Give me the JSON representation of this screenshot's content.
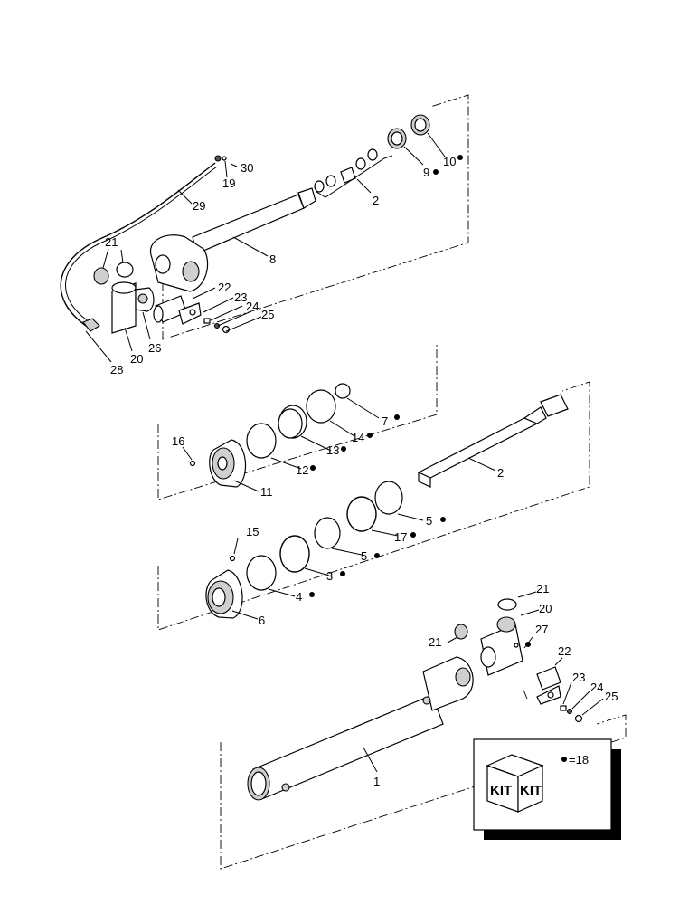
{
  "callouts": {
    "c30": "30",
    "c19": "19",
    "c29": "29",
    "c21a": "21",
    "c8": "8",
    "c22a": "22",
    "c23a": "23",
    "c24a": "24",
    "c25a": "25",
    "c28": "28",
    "c20a": "20",
    "c26": "26",
    "c2a": "2",
    "c9": "9",
    "c10": "10",
    "c7": "7",
    "c14": "14",
    "c13": "13",
    "c12": "12",
    "c16": "16",
    "c11": "11",
    "c2b": "2",
    "c5a": "5",
    "c17": "17",
    "c5b": "5",
    "c15": "15",
    "c3": "3",
    "c4": "4",
    "c6": "6",
    "c21b": "21",
    "c20b": "20",
    "c27": "27",
    "c21c": "21",
    "c22b": "22",
    "c23b": "23",
    "c24b": "24",
    "c25b": "25",
    "c1": "1"
  },
  "legend": {
    "kit_front": "KIT",
    "kit_side": "KIT",
    "note": "=18"
  }
}
